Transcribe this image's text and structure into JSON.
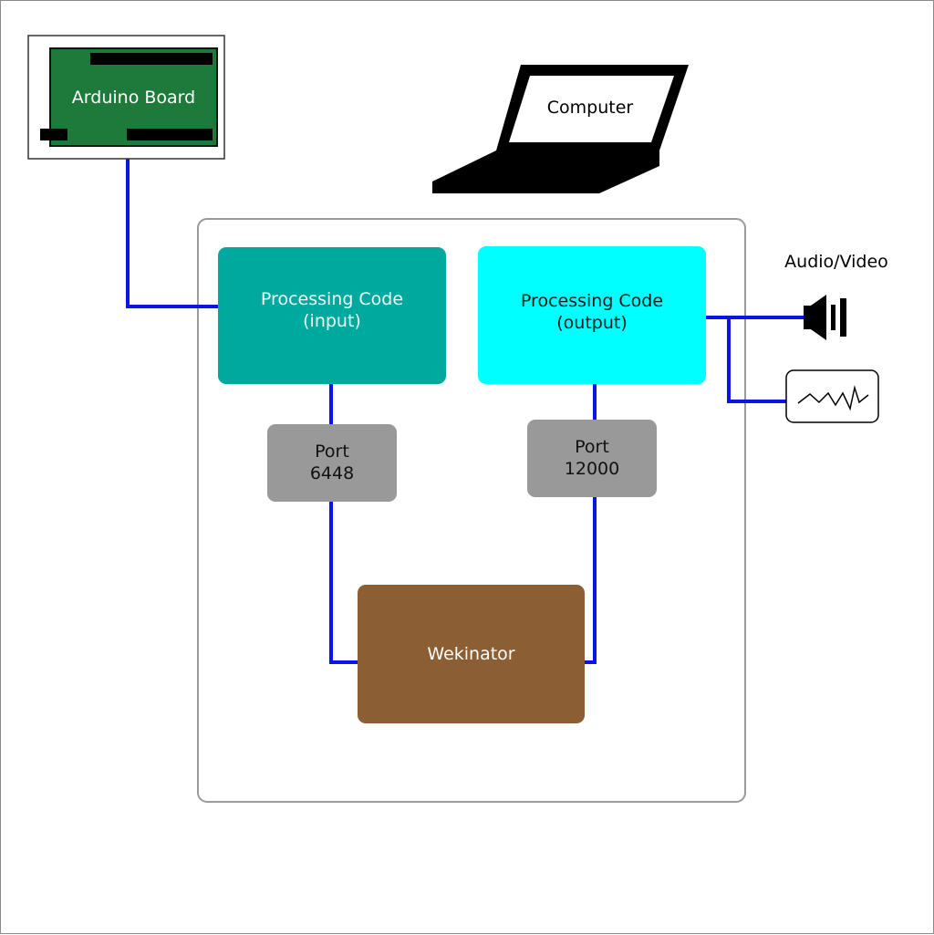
{
  "arduino": {
    "label": "Arduino Board"
  },
  "computer": {
    "label": "Computer"
  },
  "processing_input": {
    "line1": "Processing Code",
    "line2": "(input)"
  },
  "processing_output": {
    "line1": "Processing Code",
    "line2": "(output)"
  },
  "port_input": {
    "line1": "Port",
    "line2": "6448"
  },
  "port_output": {
    "line1": "Port",
    "line2": "12000"
  },
  "wekinator": {
    "label": "Wekinator"
  },
  "audio_video": {
    "label": "Audio/Video"
  },
  "colors": {
    "connector": "#0a14e6",
    "processing_input": "#00a99d",
    "processing_output": "#00ffff",
    "port": "#999999",
    "wekinator": "#8b5e34",
    "arduino_board": "#1e7a3a"
  },
  "icons": [
    "laptop-icon",
    "speaker-icon",
    "waveform-icon",
    "arduino-board-icon"
  ]
}
